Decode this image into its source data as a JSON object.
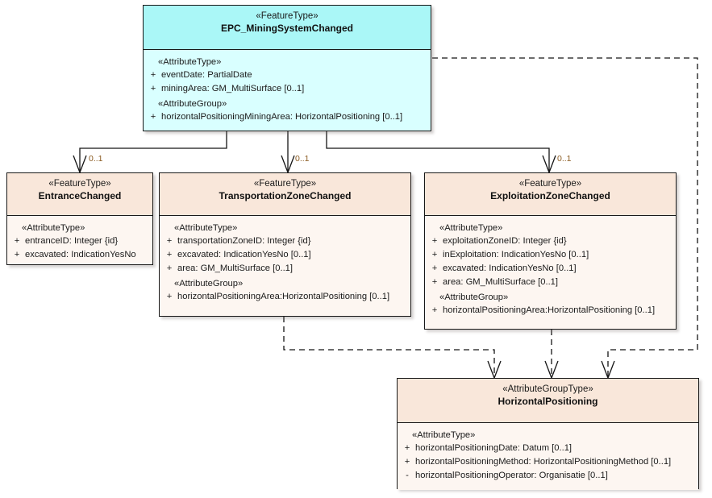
{
  "diagram": {
    "type": "uml-class-diagram",
    "background": "#ffffff",
    "colors": {
      "cyan_header": "#AAF7F7",
      "cyan_body": "#D9FFFF",
      "peach_header": "#F9E7DA",
      "peach_body": "#FDF6F1",
      "border": "#181818",
      "multiplicity_text": "#8A5A20"
    }
  },
  "classes": {
    "epc": {
      "stereotype": "«FeatureType»",
      "name": "EPC_MiningSystemChanged",
      "sections": [
        {
          "group": "«AttributeType»",
          "attributes": [
            {
              "vis": "+",
              "text": "eventDate: PartialDate"
            },
            {
              "vis": "+",
              "text": "miningArea: GM_MultiSurface [0..1]"
            }
          ]
        },
        {
          "group": "«AttributeGroup»",
          "attributes": [
            {
              "vis": "+",
              "text": "horizontalPositioningMiningArea: HorizontalPositioning [0..1]"
            }
          ]
        }
      ]
    },
    "entrance": {
      "stereotype": "«FeatureType»",
      "name": "EntranceChanged",
      "sections": [
        {
          "group": "«AttributeType»",
          "attributes": [
            {
              "vis": "+",
              "text": "entranceID: Integer {id}"
            },
            {
              "vis": "+",
              "text": "excavated: IndicationYesNo"
            }
          ]
        }
      ]
    },
    "transportation": {
      "stereotype": "«FeatureType»",
      "name": "TransportationZoneChanged",
      "sections": [
        {
          "group": "«AttributeType»",
          "attributes": [
            {
              "vis": "+",
              "text": "transportationZoneID: Integer {id}"
            },
            {
              "vis": "+",
              "text": "excavated: IndicationYesNo [0..1]"
            },
            {
              "vis": "+",
              "text": "area: GM_MultiSurface [0..1]"
            }
          ]
        },
        {
          "group": "«AttributeGroup»",
          "attributes": [
            {
              "vis": "+",
              "text": "horizontalPositioningArea:HorizontalPositioning [0..1]"
            }
          ]
        }
      ]
    },
    "exploitation": {
      "stereotype": "«FeatureType»",
      "name": "ExploitationZoneChanged",
      "sections": [
        {
          "group": "«AttributeType»",
          "attributes": [
            {
              "vis": "+",
              "text": "exploitationZoneID: Integer {id}"
            },
            {
              "vis": "+",
              "text": "inExploitation: IndicationYesNo [0..1]"
            },
            {
              "vis": "+",
              "text": "excavated: IndicationYesNo [0..1]"
            },
            {
              "vis": "+",
              "text": "area: GM_MultiSurface [0..1]"
            }
          ]
        },
        {
          "group": "«AttributeGroup»",
          "attributes": [
            {
              "vis": "+",
              "text": "horizontalPositioningArea:HorizontalPositioning [0..1]"
            }
          ]
        }
      ]
    },
    "horizontal": {
      "stereotype": "«AttributeGroupType»",
      "name": "HorizontalPositioning",
      "sections": [
        {
          "group": "«AttributeType»",
          "attributes": [
            {
              "vis": "+",
              "text": "horizontalPositioningDate: Datum [0..1]"
            },
            {
              "vis": "+",
              "text": "horizontalPositioningMethod: HorizontalPositioningMethod [0..1]"
            },
            {
              "vis": "-",
              "text": "horizontalPositioningOperator: Organisatie [0..1]"
            }
          ]
        }
      ]
    }
  },
  "multiplicities": {
    "entrance": "0..1",
    "transportation": "0..1",
    "exploitation": "0..1"
  }
}
